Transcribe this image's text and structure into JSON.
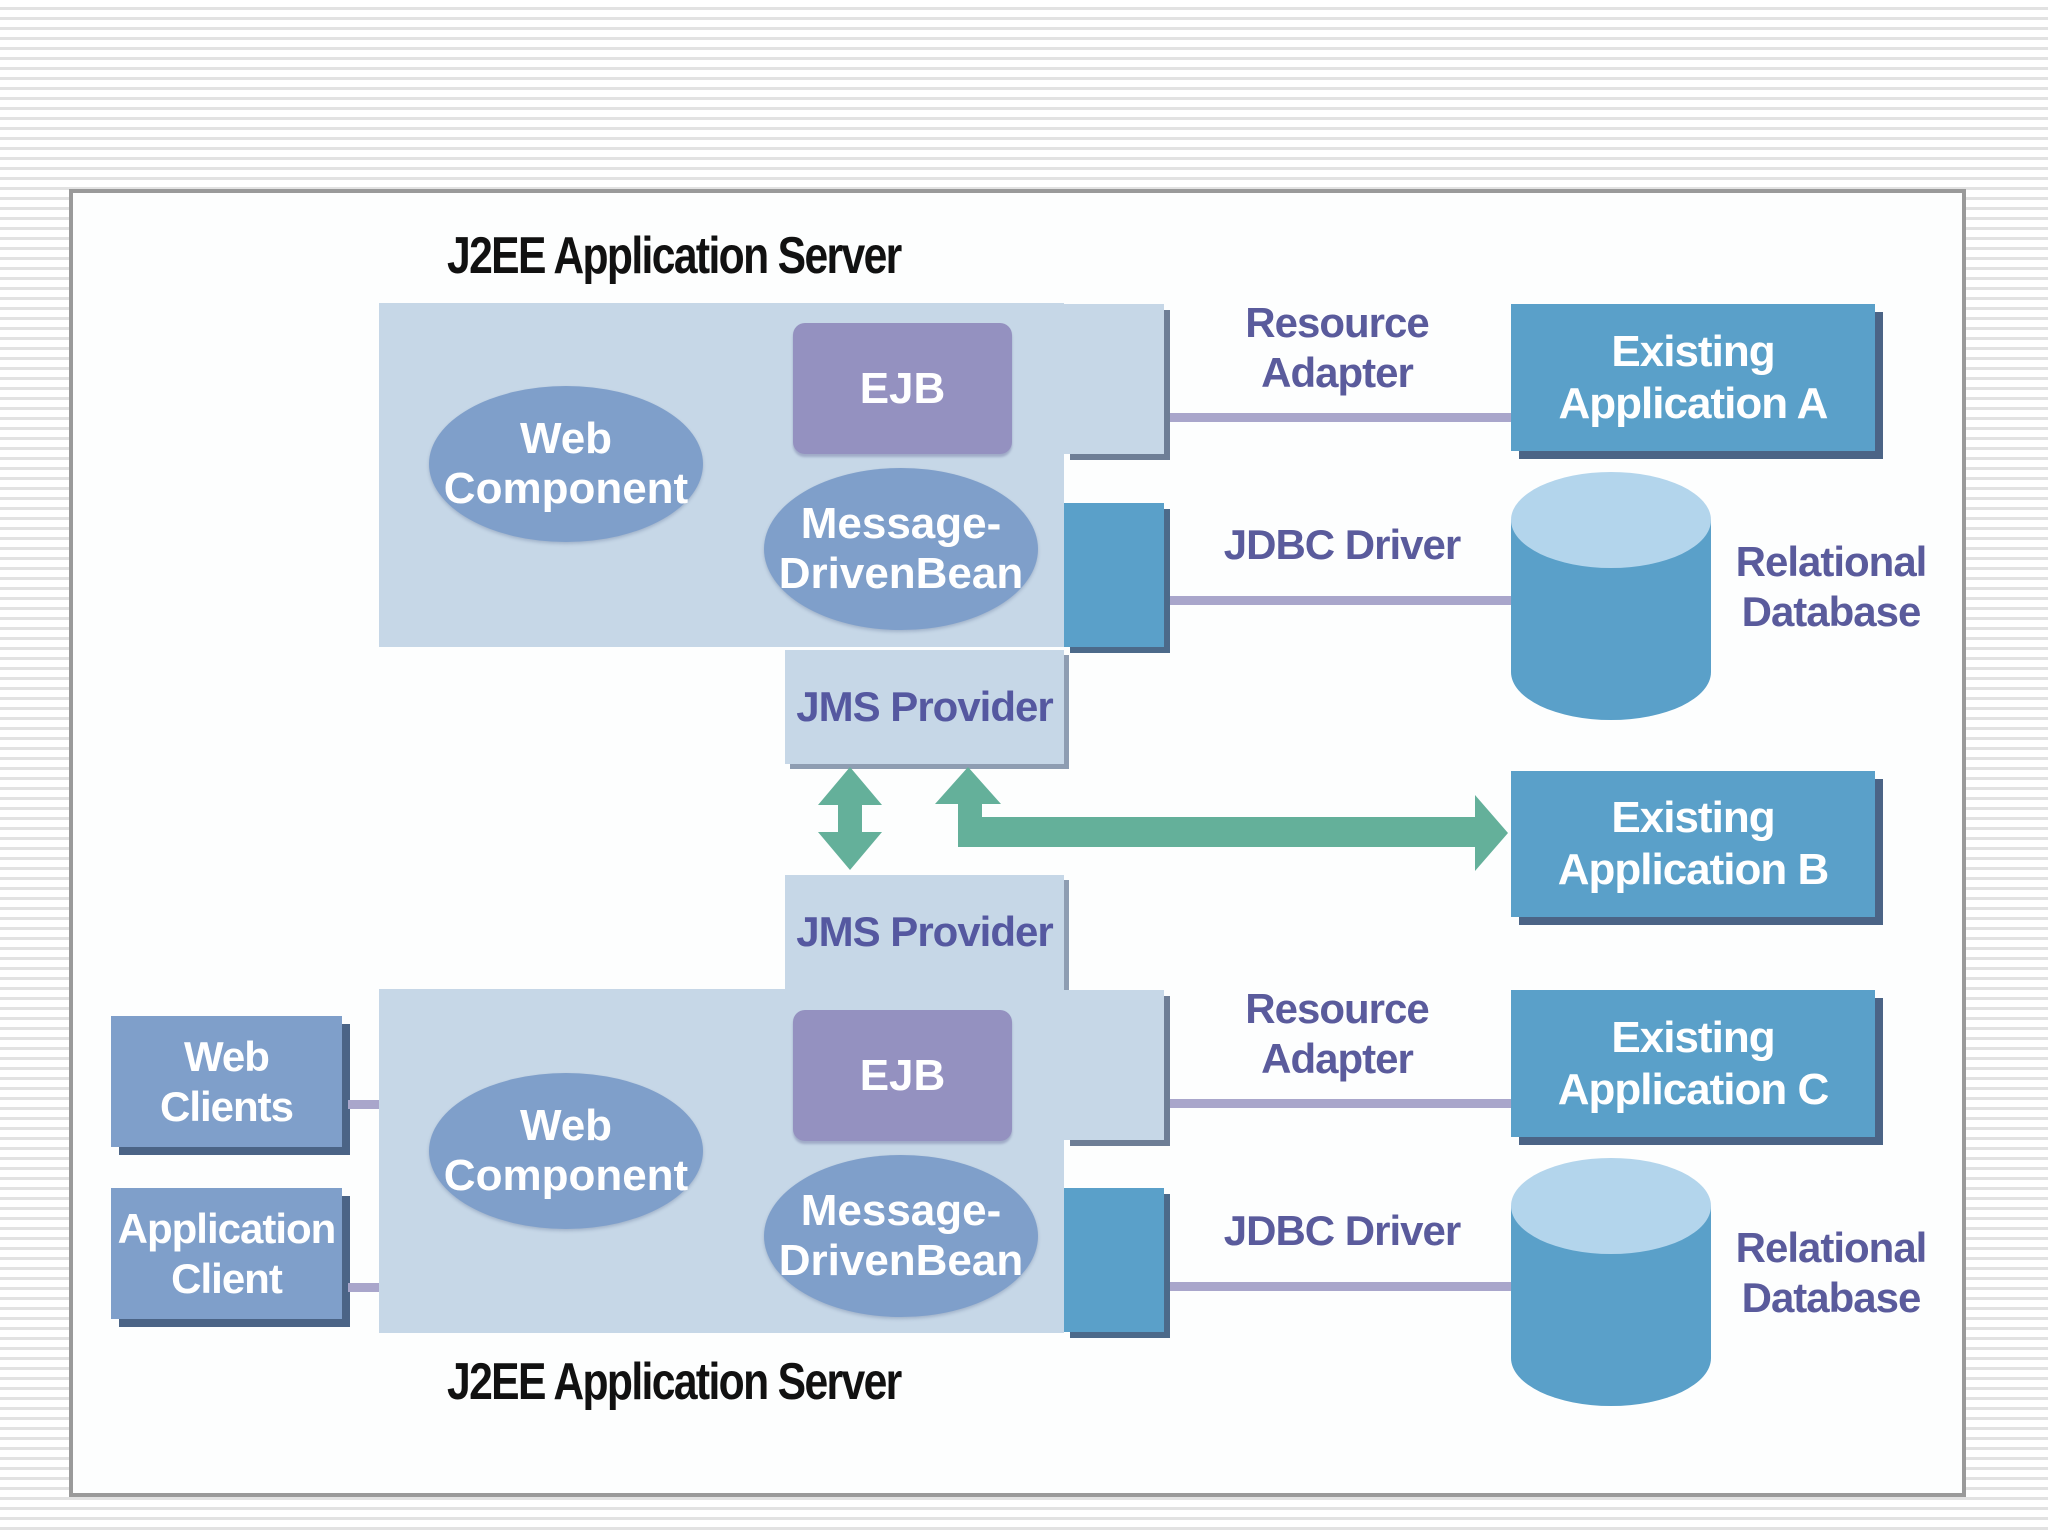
{
  "diagram": {
    "colors": {
      "server_bg": "#c6d7e7",
      "component": "#7f9fca",
      "ejb": "#9491c0",
      "external": "#5aa0c9",
      "db_top": "#b3d5ec",
      "label_text": "#5a5b9c",
      "connector_line": "#a9a6cb",
      "jms_arrow": "#64b09a"
    },
    "top_server": {
      "title": "J2EE Application Server",
      "web_component": [
        "Web",
        "Component"
      ],
      "ejb": "EJB",
      "mdb": [
        "Message-",
        "DrivenBean"
      ],
      "jms_provider": "JMS Provider"
    },
    "bottom_server": {
      "title": "J2EE Application Server",
      "web_component": [
        "Web",
        "Component"
      ],
      "ejb": "EJB",
      "mdb": [
        "Message-",
        "DrivenBean"
      ],
      "jms_provider": "JMS Provider"
    },
    "connectors": {
      "resource_adapter": [
        "Resource",
        "Adapter"
      ],
      "jdbc_driver": "JDBC Driver"
    },
    "external": {
      "app_a": [
        "Existing",
        "Application A"
      ],
      "app_b": [
        "Existing",
        "Application B"
      ],
      "app_c": [
        "Existing",
        "Application C"
      ],
      "database": [
        "Relational",
        "Database"
      ]
    },
    "clients": {
      "web_clients": [
        "Web",
        "Clients"
      ],
      "application_client": [
        "Application",
        "Client"
      ]
    }
  }
}
